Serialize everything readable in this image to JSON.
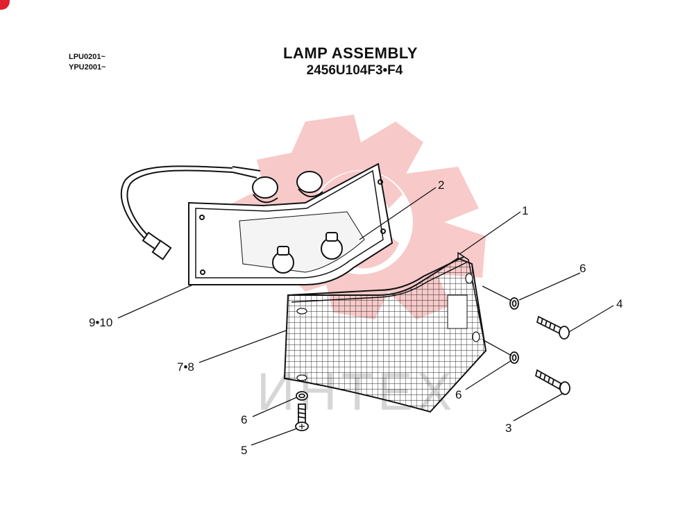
{
  "header": {
    "title": "LAMP ASSEMBLY",
    "part_number": "2456U104F3•F4",
    "serial_codes": [
      "LPU0201~",
      "YPU2001~"
    ]
  },
  "watermark": {
    "text": "ИНТЕХ",
    "gear_color": "#f5b8b8"
  },
  "callouts": {
    "c1": "1",
    "c2": "2",
    "c3": "3",
    "c4": "4",
    "c5": "5",
    "c6a": "6",
    "c6b": "6",
    "c6c": "6",
    "c78": "7•8",
    "c910": "9•10"
  },
  "colors": {
    "line": "#111111",
    "corner_mark": "#e0202e"
  }
}
